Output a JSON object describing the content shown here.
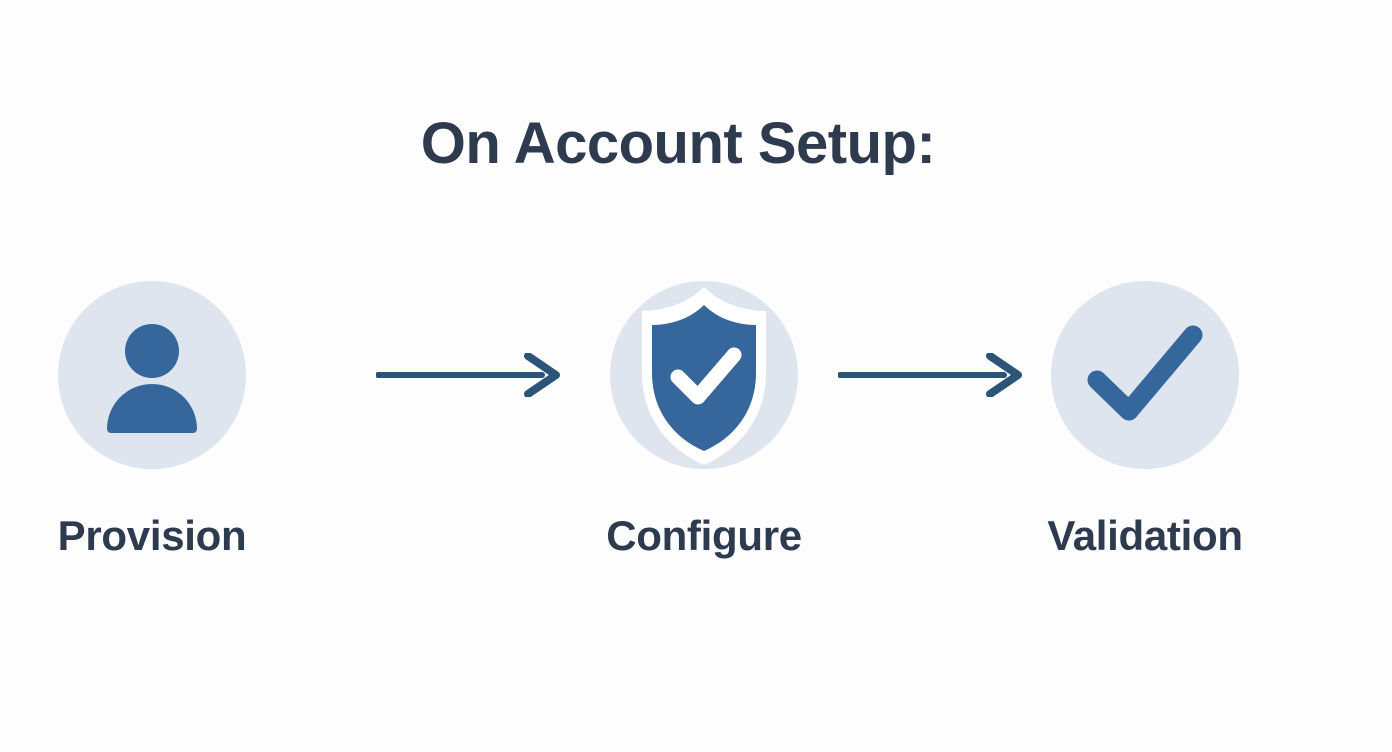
{
  "page": {
    "title": "On Account Setup:",
    "background_color": "#fdfdfd",
    "title_color": "#2e3a4e"
  },
  "theme": {
    "circle_fill": "#dfe5ee",
    "icon_blue": "#35679c",
    "accent_dark_blue": "#2c5478",
    "arrow_color": "#2c5478",
    "check_white": "#ffffff",
    "label_color": "#2e3a4e"
  },
  "flow": {
    "steps": [
      {
        "label": "Provision",
        "icon": "user-icon",
        "icon_color": "#35679c",
        "circle_color": "#dfe5ee"
      },
      {
        "label": "Configure",
        "icon": "shield-check-icon",
        "icon_color": "#35679c",
        "circle_color": "#dfe5ee"
      },
      {
        "label": "Validation",
        "icon": "check-icon",
        "icon_color": "#35679c",
        "circle_color": "#dfe5ee"
      }
    ],
    "connectors": [
      {
        "icon": "arrow-right-icon",
        "color": "#2c5478"
      },
      {
        "icon": "arrow-right-icon",
        "color": "#2c5478"
      }
    ]
  }
}
